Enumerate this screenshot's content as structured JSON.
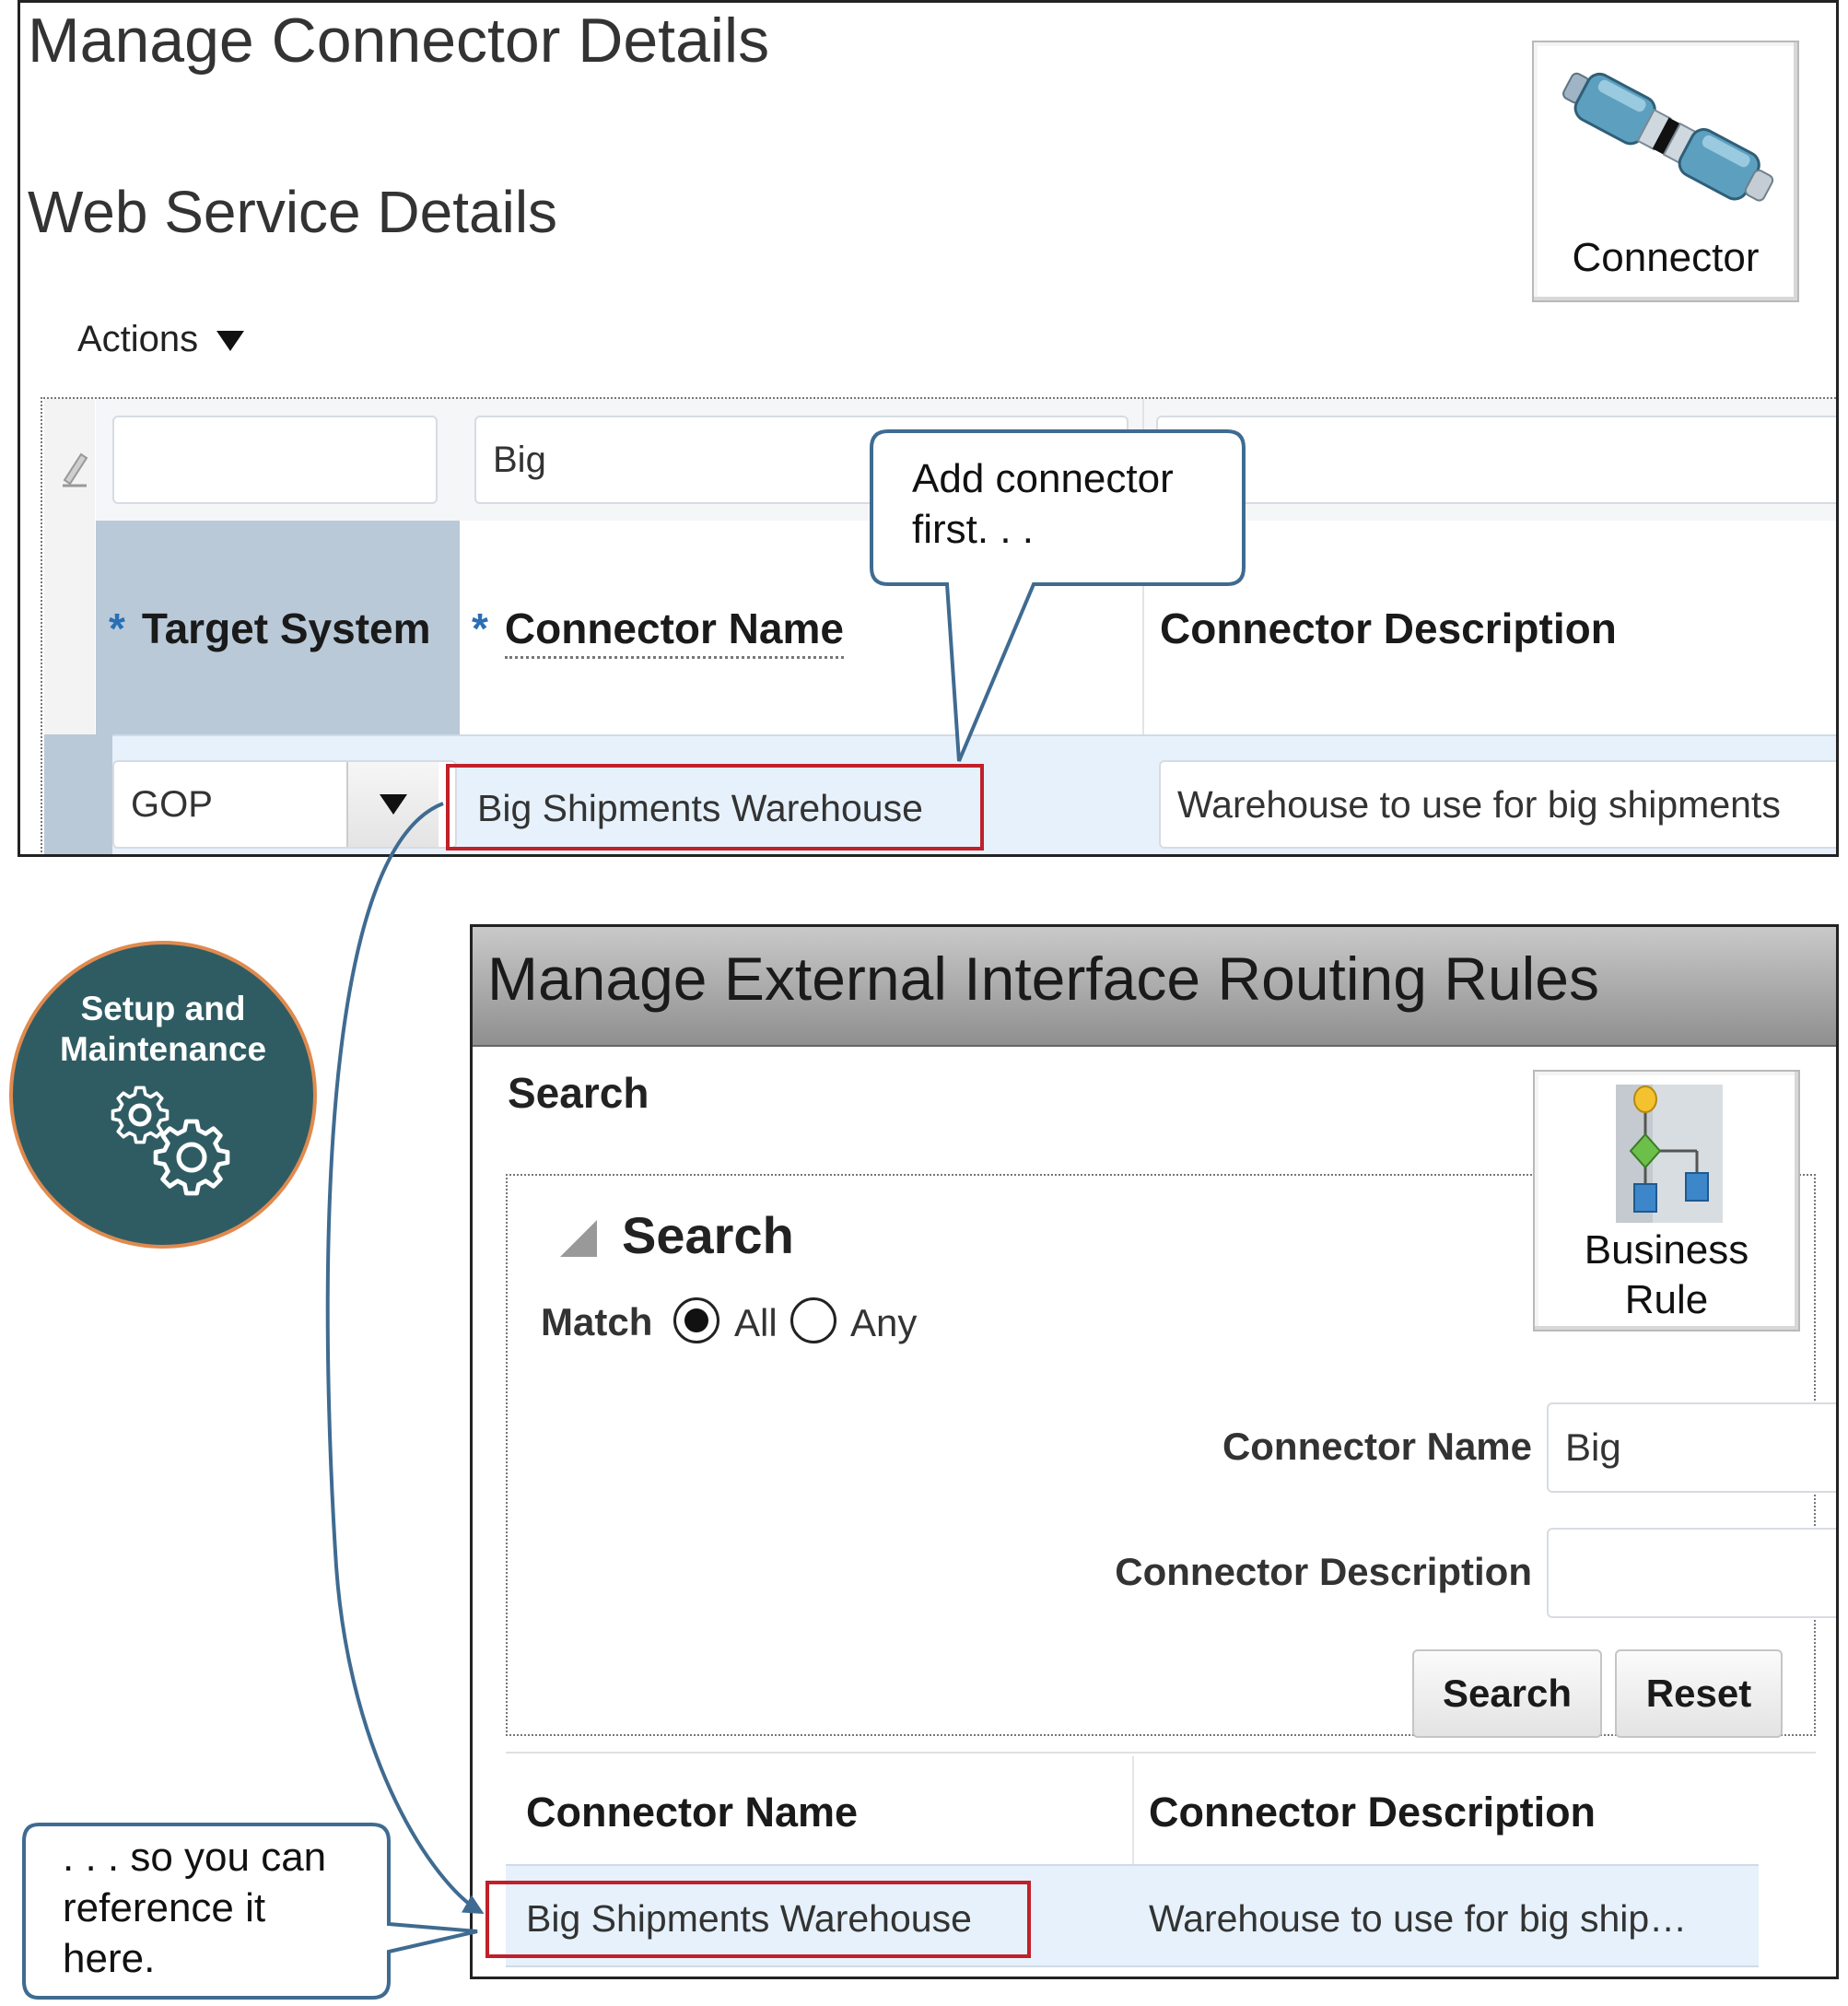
{
  "connector_details": {
    "title": "Manage Connector Details",
    "subtitle": "Web Service Details",
    "actions_label": "Actions",
    "filter_connector_name": "Big",
    "filter_target_system": "",
    "filter_connector_description": "",
    "columns": {
      "target_system": "Target System",
      "connector_name": "Connector Name",
      "connector_description": "Connector Description",
      "required_marker": "*"
    },
    "row": {
      "target_system": "GOP",
      "connector_name": "Big Shipments Warehouse",
      "connector_description": "Warehouse to use for big shipments"
    }
  },
  "connector_tile": {
    "label": "Connector"
  },
  "callouts": {
    "add_first": "Add connector first. . .",
    "reference_here": ". . . so you can reference it here."
  },
  "setup_badge": {
    "line1": "Setup and",
    "line2": "Maintenance",
    "icon": "gears-icon"
  },
  "routing_rules": {
    "title": "Manage External Interface Routing Rules",
    "section_title": "Search",
    "search_panel_title": "Search",
    "match_label": "Match",
    "match_options": [
      "All",
      "Any"
    ],
    "match_selected": "All",
    "fields": {
      "connector_name_label": "Connector Name",
      "connector_name_value": "Big",
      "connector_description_label": "Connector Description",
      "connector_description_value": ""
    },
    "buttons": {
      "search": "Search",
      "reset": "Reset"
    },
    "results_columns": {
      "connector_name": "Connector Name",
      "connector_description": "Connector Description"
    },
    "results_row": {
      "connector_name": "Big Shipments Warehouse",
      "connector_description": "Warehouse to use for big ship…"
    }
  },
  "business_rule_tile": {
    "line1": "Business",
    "line2": "Rule"
  },
  "colors": {
    "highlight_red": "#c0202a",
    "callout_border": "#3f6b91",
    "setup_circle": "#2f5c63",
    "setup_ring": "#e08a4e",
    "selected_row": "#e6f1fb",
    "header_cell": "#b9c9d8"
  }
}
